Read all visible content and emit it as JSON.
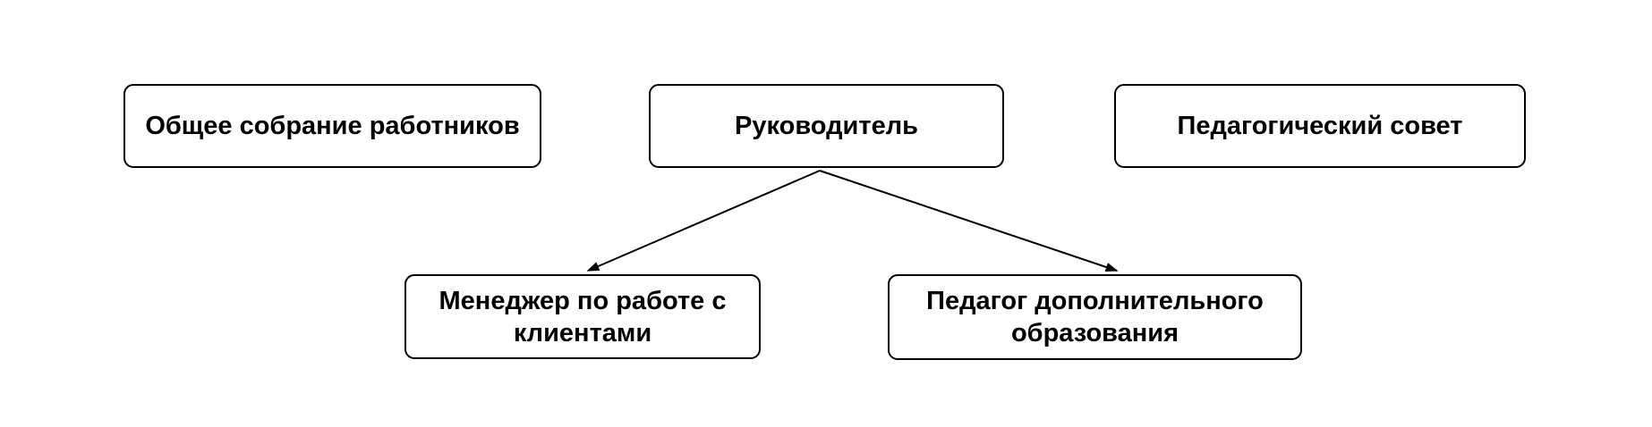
{
  "diagram": {
    "type": "org-chart",
    "nodes": {
      "general_meeting": {
        "label": "Общее собрание работников"
      },
      "director": {
        "label": "Руководитель"
      },
      "pedagogical_council": {
        "label": "Педагогический совет"
      },
      "client_manager": {
        "label": "Менеджер по работе с клиентами"
      },
      "supplementary_education_teacher": {
        "label": "Педагог дополнительного образования"
      }
    },
    "edges": [
      {
        "from": "director",
        "to": "client_manager",
        "arrowhead": "end"
      },
      {
        "from": "director",
        "to": "supplementary_education_teacher",
        "arrowhead": "end"
      }
    ],
    "colors": {
      "background": "#ffffff",
      "node_fill": "#ffffff",
      "node_border": "#000000",
      "text": "#000000",
      "connector": "#000000"
    }
  }
}
